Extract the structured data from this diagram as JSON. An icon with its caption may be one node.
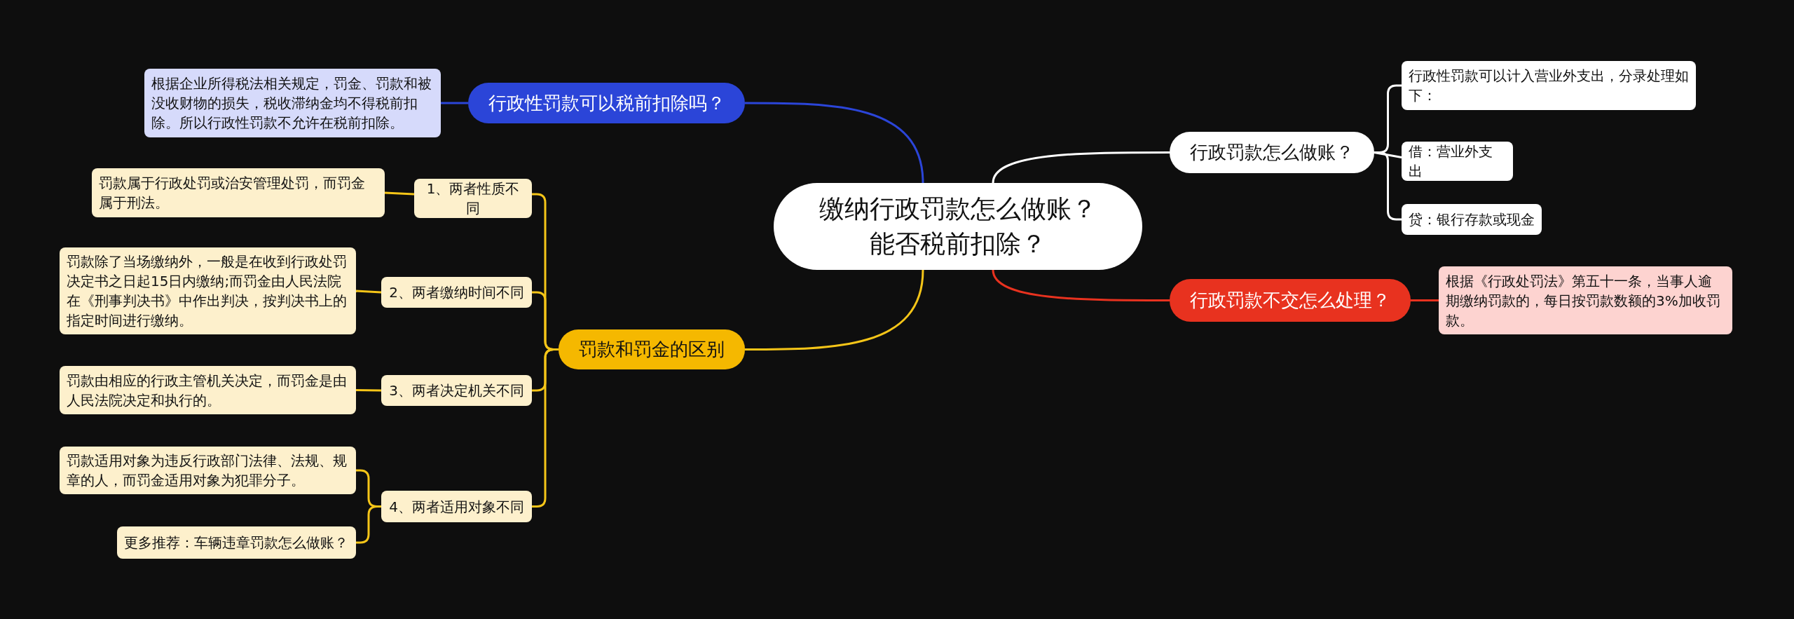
{
  "diagram": {
    "nodes": [
      {
        "text": [
          "缴纳行政罚款怎么做账？能否税前扣除？"
        ]
      },
      {
        "text": [
          "行政性罚款可以税前扣除吗？"
        ]
      },
      {
        "text": [
          "根据企业所得税法相关规定，罚金、罚款和被没收财物的损失，税收滞纳金均不得税前扣除。所以行政性罚款不允许在税前扣除。"
        ]
      },
      {
        "text": [
          "罚款和罚金的区别"
        ]
      },
      {
        "text": [
          "1、两者性质不同"
        ]
      },
      {
        "text": [
          "罚款属于行政处罚或治安管理处罚，而罚金属于刑法。"
        ]
      },
      {
        "text": [
          "2、两者缴纳时间不同"
        ]
      },
      {
        "text": [
          "罚款除了当场缴纳外，一般是在收到行政处罚决定书之日起15日内缴纳;而罚金由人民法院在《刑事判决书》中作出判决，按判决书上的指定时间进行缴纳。"
        ]
      },
      {
        "text": [
          "3、两者决定机关不同"
        ]
      },
      {
        "text": [
          "罚款由相应的行政主管机关决定，而罚金是由人民法院决定和执行的。"
        ]
      },
      {
        "text": [
          "4、两者适用对象不同"
        ]
      },
      {
        "text": [
          "罚款适用对象为违反行政部门法律、法规、规章的人，而罚金适用对象为犯罪分子。"
        ]
      },
      {
        "text": [
          "更多推荐：车辆违章罚款怎么做账？"
        ]
      },
      {
        "text": [
          "行政罚款怎么做账？"
        ]
      },
      {
        "text": [
          "行政性罚款可以计入营业外支出，分录处理如下："
        ]
      },
      {
        "text": [
          "借：营业外支出"
        ]
      },
      {
        "text": [
          "贷：银行存款或现金"
        ]
      },
      {
        "text": [
          "行政罚款不交怎么处理？"
        ]
      },
      {
        "text": [
          "根据《行政处罚法》第五十一条，当事人逾期缴纳罚款的，每日按罚款数额的3%加收罚款。"
        ]
      }
    ],
    "edges": [
      {
        "from": 0,
        "to": 1,
        "arrow": "none",
        "color": "#2b45d8"
      },
      {
        "from": 1,
        "to": 2,
        "arrow": "none",
        "color": "#2b45d8"
      },
      {
        "from": 0,
        "to": 3,
        "arrow": "none"
      },
      {
        "from": 3,
        "to": 4,
        "arrow": "none"
      },
      {
        "from": 4,
        "to": 5,
        "arrow": "none"
      },
      {
        "from": 3,
        "to": 6,
        "arrow": "none"
      },
      {
        "from": 6,
        "to": 7,
        "arrow": "none"
      },
      {
        "from": 3,
        "to": 8,
        "arrow": "none"
      },
      {
        "from": 8,
        "to": 9,
        "arrow": "none"
      },
      {
        "from": 3,
        "to": 10,
        "arrow": "none"
      },
      {
        "from": 10,
        "to": 11,
        "arrow": "none"
      },
      {
        "from": 10,
        "to": 12,
        "arrow": "none"
      },
      {
        "from": 0,
        "to": 13,
        "arrow": "none",
        "color": "#ffffff"
      },
      {
        "from": 13,
        "to": 14,
        "arrow": "none",
        "color": "#ffffff"
      },
      {
        "from": 13,
        "to": 15,
        "arrow": "none",
        "color": "#ffffff"
      },
      {
        "from": 13,
        "to": 16,
        "arrow": "none",
        "color": "#ffffff"
      },
      {
        "from": 0,
        "to": 17,
        "arrow": "none",
        "color": "#e8321f"
      },
      {
        "from": 17,
        "to": 18,
        "arrow": "none",
        "color": "#e8321f"
      }
    ]
  }
}
